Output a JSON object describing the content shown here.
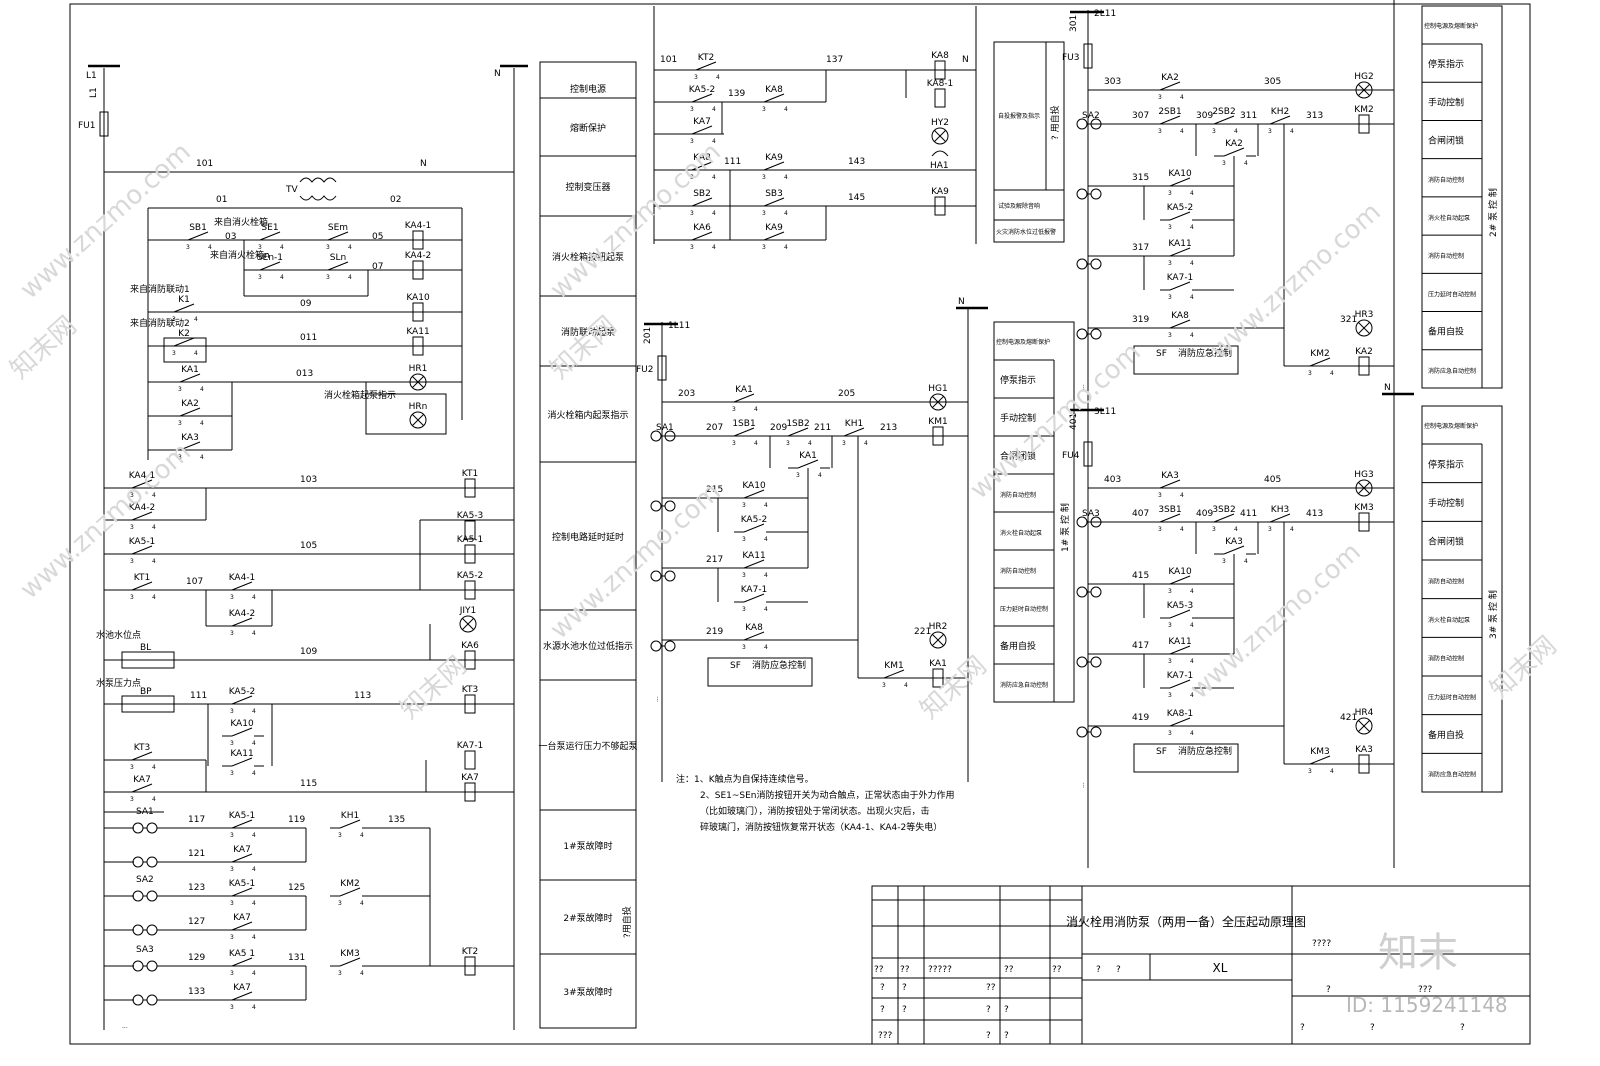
{
  "title_block": {
    "title": "消火栓用消防泵（两用一备）全压起动原理图",
    "drawing_no": "XL",
    "placeholders": [
      "??",
      "??",
      "?????",
      "??",
      "??",
      "?",
      "?",
      "?",
      "?",
      "??",
      "?",
      "?",
      "?",
      "?",
      "???",
      "?",
      "?",
      "????",
      "?",
      "???",
      "?",
      "?",
      "?"
    ]
  },
  "notes": [
    "注：1、K触点为自保持连续信号。",
    "2、SE1~SEn消防按钮开关为动合触点，正常状态由于外力作用",
    "（比如玻璃门），消防按钮处于常闭状态。出现火灾后，击",
    "碎玻璃门，消防按钮恢复常开状态（KA4-1、KA4-2等失电）"
  ],
  "watermark": {
    "logo": "知末",
    "id": "ID: 1159241148",
    "site": "www.znzmo.com",
    "brand": "知末网"
  },
  "main_panel": {
    "functions": [
      "控制电源",
      "熔断保护",
      "控制变压器",
      "消火栓箱按钮起泵",
      "消防联动起泵",
      "消火栓箱内起泵指示",
      "控制电路延时延时",
      "水源水池水位过低指示",
      "一台泵运行压力不够起泵",
      "1#泵故障时",
      "2#泵故障时",
      "3#泵故障时"
    ],
    "side_label": "?用自投",
    "bus_l": "L1",
    "bus_n": "N",
    "fuse": "FU1",
    "transformer": "TV",
    "labels": {
      "n101": "101",
      "nN": "N",
      "n01": "01",
      "n02": "02",
      "n03": "03",
      "n05": "05",
      "n07": "07",
      "n09": "09",
      "n011": "011",
      "n013": "013",
      "n103": "103",
      "n105": "105",
      "n107": "107",
      "n109": "109",
      "n111": "111",
      "n113": "113",
      "n115": "115",
      "n117": "117",
      "n119": "119",
      "n121": "121",
      "n123": "123",
      "n125": "125",
      "n127": "127",
      "n129": "129",
      "n131": "131",
      "n133": "133",
      "n135": "135"
    },
    "texts": {
      "fire_box1": "来自消火栓箱",
      "fire_box2": "来自消火栓箱n",
      "link1": "来自消防联动1",
      "link2": "来自消防联动2",
      "hydrant_ind": "消火栓箱起泵指示",
      "water_level": "水池水位点",
      "pump_pressure": "水泵压力点"
    },
    "devices": [
      "SB1",
      "SE1",
      "SEn",
      "SEn-1",
      "SLn",
      "KA4-1",
      "KA4-2",
      "K1",
      "K2",
      "KA10",
      "KA11",
      "HR1",
      "HRn",
      "KA1",
      "KA2",
      "KA3",
      "KT1",
      "KA4-1",
      "KA4-2",
      "KA5-3",
      "KA5-1",
      "KA5-2",
      "KA5-1",
      "KT1",
      "KA4-1",
      "KA4-2",
      "JIY1",
      "KA6",
      "BL",
      "BP",
      "KA5-2",
      "KA10",
      "KA11",
      "KT3",
      "KA7",
      "KA7-1",
      "KA7",
      "SA1",
      "SA2",
      "SA3",
      "KA5-1",
      "KA7",
      "KH1",
      "KM2",
      "KM3",
      "KT2"
    ]
  },
  "alarm_panel": {
    "functions": [
      "自投报警及指示",
      "试验及解除音响",
      "火灾消防水位过低报警"
    ],
    "side_label": "? 用自投",
    "n": [
      "101",
      "137",
      "139",
      "143",
      "145",
      "111"
    ],
    "devices": [
      "KT2",
      "KA5-2",
      "KA8",
      "KA7",
      "KA8",
      "KA9",
      "SB2",
      "SB3",
      "KA6",
      "KA9",
      "KA8",
      "KA8-1",
      "HY2",
      "HA1",
      "KA9"
    ]
  },
  "pump1": {
    "bus": "1L11",
    "fuse": "FU2",
    "functions": [
      "控制电源及熔断保护",
      "停泵指示",
      "手动控制",
      "合闸闭锁",
      "消防自动控制",
      "消火栓自动起泵",
      "消防自动控制",
      "压力延时自动控制",
      "备用自投",
      "消防应急自动控制"
    ],
    "side_label": "1# 泵 控 制",
    "n": [
      "201",
      "203",
      "205",
      "207",
      "209",
      "211",
      "213",
      "215",
      "217",
      "219",
      "221"
    ],
    "devices": [
      "KA1",
      "HG1",
      "KM1",
      "SA1",
      "1SB1",
      "1SB2",
      "KH1",
      "KA1",
      "KA10",
      "KA5-2",
      "KA11",
      "KA7-1",
      "KA8",
      "SF",
      "HR2",
      "KA1",
      "KM1"
    ],
    "emergency": "消防应急控制"
  },
  "pump2": {
    "bus": "2L11",
    "fuse": "FU3",
    "functions": [
      "控制电源及熔断保护",
      "停泵指示",
      "手动控制",
      "合闸闭锁",
      "消防自动控制",
      "消火栓自动起泵",
      "消防自动控制",
      "压力延时自动控制",
      "备用自投",
      "消防应急自动控制"
    ],
    "side_label": "2# 泵 控 制",
    "n": [
      "301",
      "303",
      "305",
      "307",
      "309",
      "311",
      "313",
      "315",
      "317",
      "319",
      "321"
    ],
    "devices": [
      "KA2",
      "HG2",
      "KM2",
      "SA2",
      "2SB1",
      "2SB2",
      "KH2",
      "KA2",
      "KA10",
      "KA5-2",
      "KA11",
      "KA7-1",
      "KA8",
      "SF",
      "HR3",
      "KA2",
      "KM2"
    ],
    "emergency": "消防应急控制"
  },
  "pump3": {
    "bus": "3L11",
    "fuse": "FU4",
    "functions": [
      "控制电源及熔断保护",
      "停泵指示",
      "手动控制",
      "合闸闭锁",
      "消防自动控制",
      "消火栓自动起泵",
      "消防自动控制",
      "压力延时自动控制",
      "备用自投",
      "消防应急自动控制"
    ],
    "side_label": "3# 泵 控 制",
    "n": [
      "401",
      "403",
      "405",
      "407",
      "409",
      "411",
      "413",
      "415",
      "417",
      "419",
      "421"
    ],
    "devices": [
      "KA3",
      "HG3",
      "KM3",
      "SA3",
      "3SB1",
      "3SB2",
      "KH3",
      "KA3",
      "KA10",
      "KA5-3",
      "KA11",
      "KA7-1",
      "KA8-1",
      "SF",
      "HR4",
      "KA3",
      "KM3"
    ],
    "emergency": "消防应急控制"
  }
}
